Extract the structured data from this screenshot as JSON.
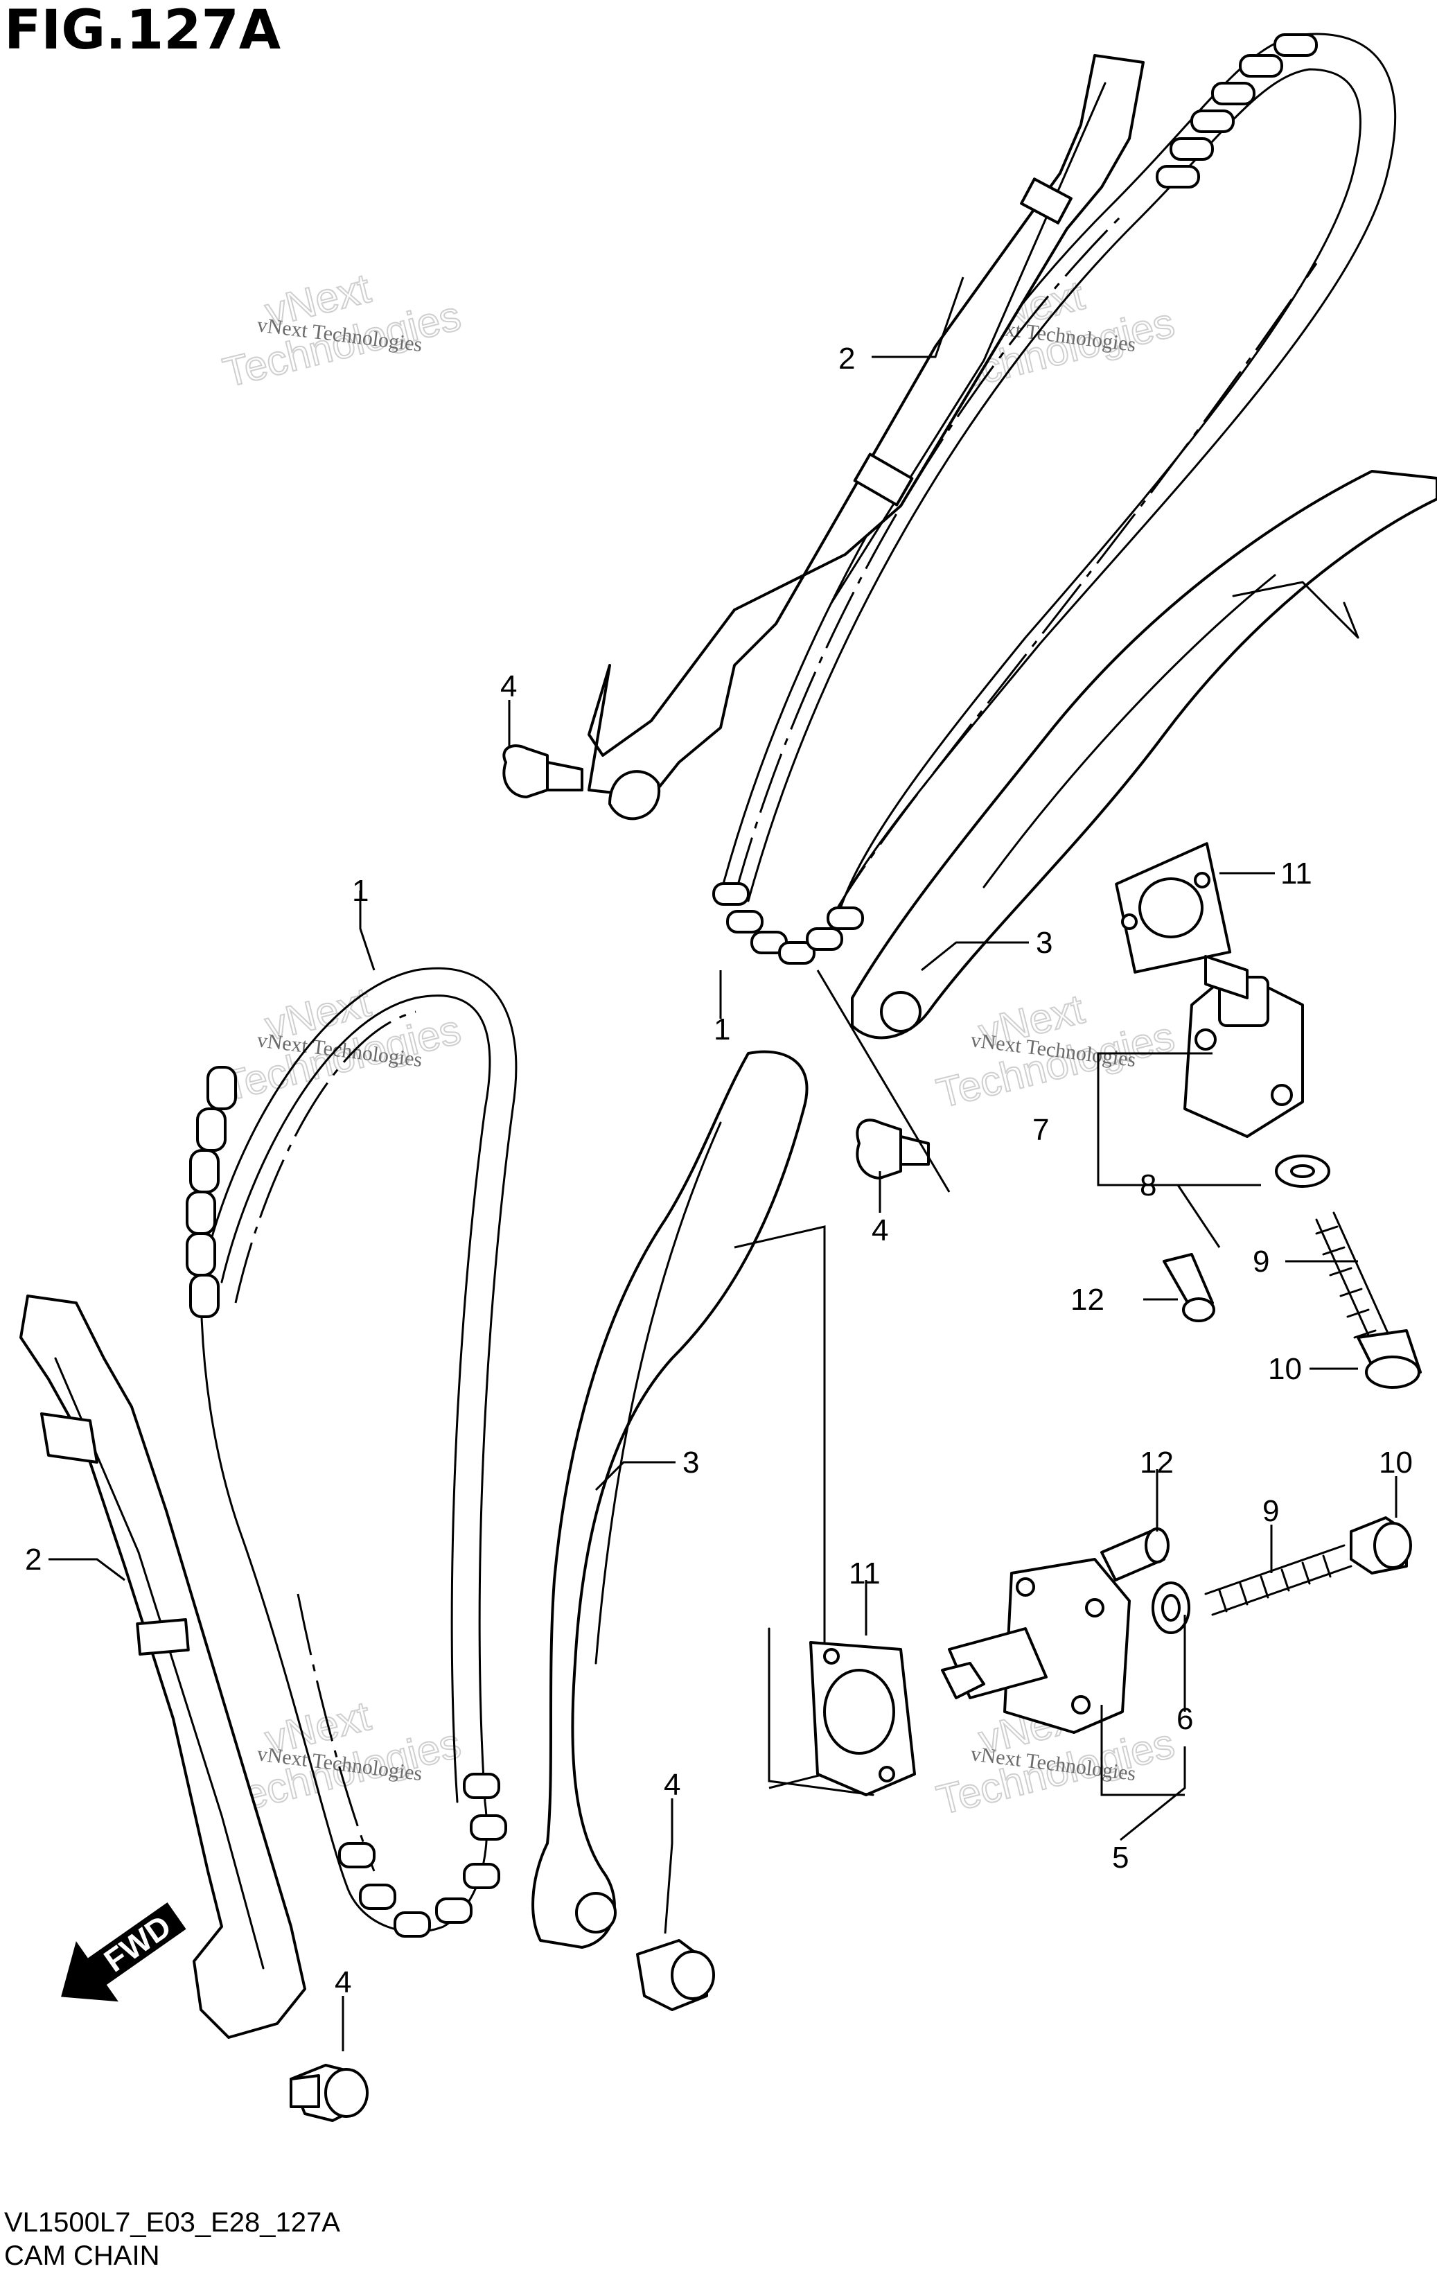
{
  "figure": {
    "title": "FIG.127A",
    "code": "VL1500L7_E03_E28_127A",
    "caption": "CAM CHAIN"
  },
  "watermark": {
    "line_small": "vNext Technologies",
    "line_big_1": "vNext",
    "line_big_2": "Technologies"
  },
  "fwd_arrow": {
    "label": "FWD",
    "icon": "fwd-arrow-icon"
  },
  "callouts": [
    {
      "id": "c1",
      "label": "1"
    },
    {
      "id": "c2",
      "label": "1"
    },
    {
      "id": "c3",
      "label": "2"
    },
    {
      "id": "c4",
      "label": "2"
    },
    {
      "id": "c5",
      "label": "3"
    },
    {
      "id": "c6",
      "label": "3"
    },
    {
      "id": "c7",
      "label": "4"
    },
    {
      "id": "c8",
      "label": "4"
    },
    {
      "id": "c9",
      "label": "4"
    },
    {
      "id": "c10",
      "label": "4"
    },
    {
      "id": "c11",
      "label": "5"
    },
    {
      "id": "c12",
      "label": "6"
    },
    {
      "id": "c13",
      "label": "7"
    },
    {
      "id": "c14",
      "label": "8"
    },
    {
      "id": "c15",
      "label": "9"
    },
    {
      "id": "c16",
      "label": "9"
    },
    {
      "id": "c17",
      "label": "10"
    },
    {
      "id": "c18",
      "label": "10"
    },
    {
      "id": "c19",
      "label": "11"
    },
    {
      "id": "c20",
      "label": "11"
    },
    {
      "id": "c21",
      "label": "12"
    },
    {
      "id": "c22",
      "label": "12"
    }
  ]
}
